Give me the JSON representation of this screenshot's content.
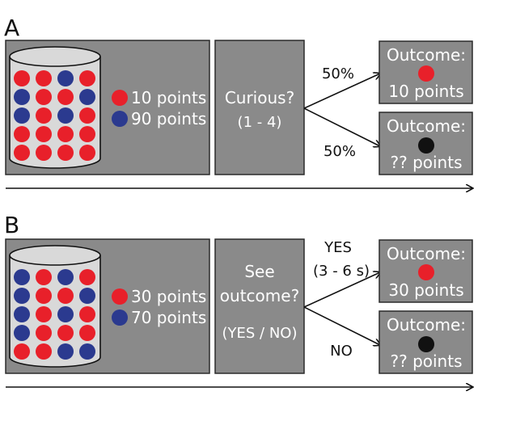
{
  "colors": {
    "box_fill": "#8a8a8a",
    "box_stroke": "#2b2b2b",
    "red": "#e8202a",
    "blue": "#2b3a8f",
    "black": "#111111",
    "jar_fill": "#d9d9d9"
  },
  "panels": [
    {
      "letter": "A",
      "legend": [
        {
          "color": "red",
          "label": "10 points"
        },
        {
          "color": "blue",
          "label": "90 points"
        }
      ],
      "jar_rows": [
        [
          "red",
          "red",
          "blue",
          "red"
        ],
        [
          "blue",
          "red",
          "red",
          "blue"
        ],
        [
          "blue",
          "red",
          "blue",
          "red"
        ],
        [
          "red",
          "red",
          "red",
          "red"
        ],
        [
          "red",
          "red",
          "red",
          "red"
        ]
      ],
      "question_lines": [
        "Curious?",
        "(1 - 4)",
        ""
      ],
      "branch_top": [
        "50%",
        ""
      ],
      "branch_bottom": "50%",
      "outcome_top": {
        "title": "Outcome:",
        "points": "10 points",
        "dot": "red"
      },
      "outcome_bottom": {
        "title": "Outcome:",
        "points": "?? points",
        "dot": "black"
      }
    },
    {
      "letter": "B",
      "legend": [
        {
          "color": "red",
          "label": "30 points"
        },
        {
          "color": "blue",
          "label": "70 points"
        }
      ],
      "jar_rows": [
        [
          "blue",
          "red",
          "blue",
          "red"
        ],
        [
          "blue",
          "red",
          "red",
          "blue"
        ],
        [
          "blue",
          "red",
          "blue",
          "red"
        ],
        [
          "blue",
          "red",
          "red",
          "red"
        ],
        [
          "red",
          "red",
          "blue",
          "blue"
        ]
      ],
      "question_lines": [
        "See",
        "outcome?",
        "(YES / NO)"
      ],
      "branch_top": [
        "YES",
        "(3 - 6 s)"
      ],
      "branch_bottom": "NO",
      "outcome_top": {
        "title": "Outcome:",
        "points": "30 points",
        "dot": "red"
      },
      "outcome_bottom": {
        "title": "Outcome:",
        "points": "?? points",
        "dot": "black"
      }
    }
  ]
}
